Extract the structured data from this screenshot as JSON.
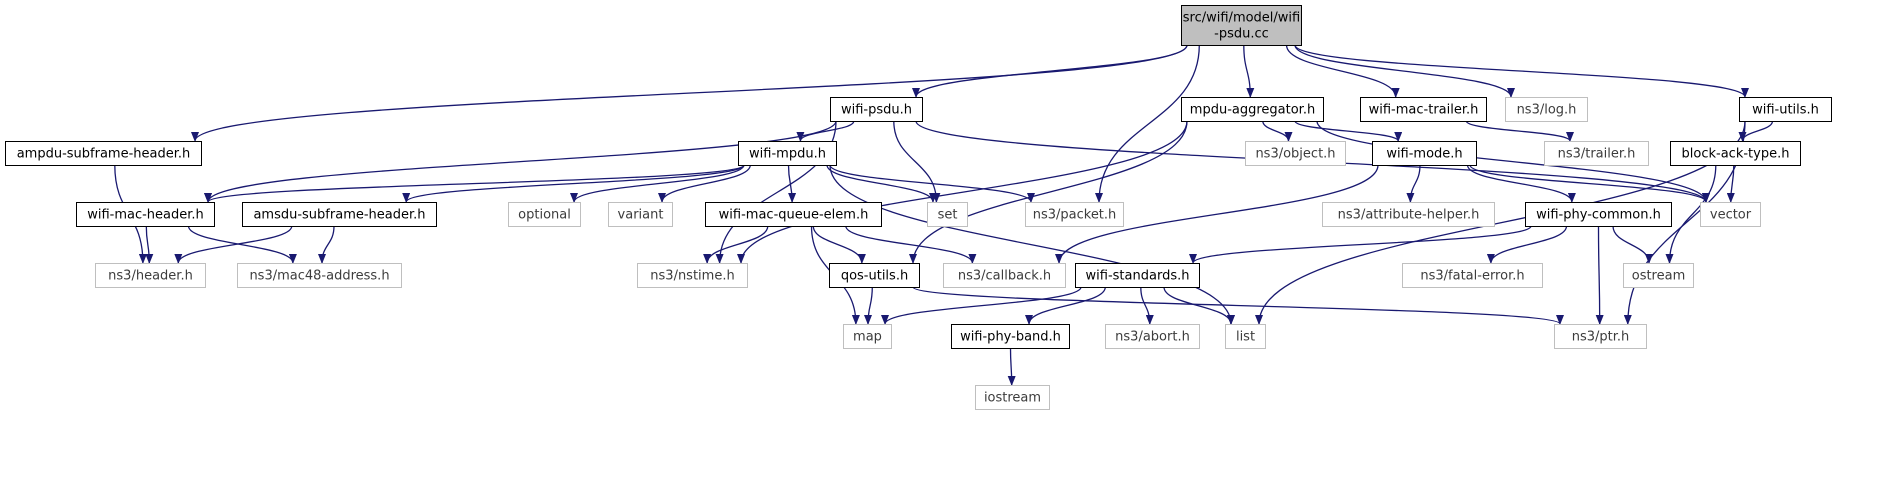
{
  "colors": {
    "edge": "#191970",
    "node_border": "#000000",
    "external_border": "#bfbfbf",
    "root_fill": "#bfbfbf",
    "node_fill": "#ffffff"
  },
  "nodes": [
    {
      "id": "root",
      "lines": [
        "src/wifi/model/wifi",
        "-psdu.cc"
      ],
      "kind": "root"
    },
    {
      "id": "wifi_psdu_h",
      "lines": [
        "wifi-psdu.h"
      ],
      "kind": "internal"
    },
    {
      "id": "mpdu_aggregator_h",
      "lines": [
        "mpdu-aggregator.h"
      ],
      "kind": "internal"
    },
    {
      "id": "wifi_mac_trailer_h",
      "lines": [
        "wifi-mac-trailer.h"
      ],
      "kind": "internal"
    },
    {
      "id": "ns3_log_h",
      "lines": [
        "ns3/log.h"
      ],
      "kind": "external"
    },
    {
      "id": "wifi_utils_h",
      "lines": [
        "wifi-utils.h"
      ],
      "kind": "internal"
    },
    {
      "id": "ampdu_subframe_header_h",
      "lines": [
        "ampdu-subframe-header.h"
      ],
      "kind": "internal"
    },
    {
      "id": "wifi_mpdu_h",
      "lines": [
        "wifi-mpdu.h"
      ],
      "kind": "internal"
    },
    {
      "id": "ns3_object_h",
      "lines": [
        "ns3/object.h"
      ],
      "kind": "external"
    },
    {
      "id": "wifi_mode_h",
      "lines": [
        "wifi-mode.h"
      ],
      "kind": "internal"
    },
    {
      "id": "ns3_trailer_h",
      "lines": [
        "ns3/trailer.h"
      ],
      "kind": "external"
    },
    {
      "id": "block_ack_type_h",
      "lines": [
        "block-ack-type.h"
      ],
      "kind": "internal"
    },
    {
      "id": "wifi_mac_header_h",
      "lines": [
        "wifi-mac-header.h"
      ],
      "kind": "internal"
    },
    {
      "id": "amsdu_subframe_header_h",
      "lines": [
        "amsdu-subframe-header.h"
      ],
      "kind": "internal"
    },
    {
      "id": "optional",
      "lines": [
        "optional"
      ],
      "kind": "external"
    },
    {
      "id": "variant",
      "lines": [
        "variant"
      ],
      "kind": "external"
    },
    {
      "id": "wifi_mac_queue_elem_h",
      "lines": [
        "wifi-mac-queue-elem.h"
      ],
      "kind": "internal"
    },
    {
      "id": "set",
      "lines": [
        "set"
      ],
      "kind": "external"
    },
    {
      "id": "ns3_packet_h",
      "lines": [
        "ns3/packet.h"
      ],
      "kind": "external"
    },
    {
      "id": "ns3_attribute_helper_h",
      "lines": [
        "ns3/attribute-helper.h"
      ],
      "kind": "external"
    },
    {
      "id": "wifi_phy_common_h",
      "lines": [
        "wifi-phy-common.h"
      ],
      "kind": "internal"
    },
    {
      "id": "vector",
      "lines": [
        "vector"
      ],
      "kind": "external"
    },
    {
      "id": "ns3_header_h",
      "lines": [
        "ns3/header.h"
      ],
      "kind": "external"
    },
    {
      "id": "ns3_mac48_address_h",
      "lines": [
        "ns3/mac48-address.h"
      ],
      "kind": "external"
    },
    {
      "id": "ns3_nstime_h",
      "lines": [
        "ns3/nstime.h"
      ],
      "kind": "external"
    },
    {
      "id": "qos_utils_h",
      "lines": [
        "qos-utils.h"
      ],
      "kind": "internal"
    },
    {
      "id": "ns3_callback_h",
      "lines": [
        "ns3/callback.h"
      ],
      "kind": "external"
    },
    {
      "id": "wifi_standards_h",
      "lines": [
        "wifi-standards.h"
      ],
      "kind": "internal"
    },
    {
      "id": "ns3_fatal_error_h",
      "lines": [
        "ns3/fatal-error.h"
      ],
      "kind": "external"
    },
    {
      "id": "ostream",
      "lines": [
        "ostream"
      ],
      "kind": "external"
    },
    {
      "id": "map",
      "lines": [
        "map"
      ],
      "kind": "external"
    },
    {
      "id": "wifi_phy_band_h",
      "lines": [
        "wifi-phy-band.h"
      ],
      "kind": "internal"
    },
    {
      "id": "ns3_abort_h",
      "lines": [
        "ns3/abort.h"
      ],
      "kind": "external"
    },
    {
      "id": "list",
      "lines": [
        "list"
      ],
      "kind": "external"
    },
    {
      "id": "ns3_ptr_h",
      "lines": [
        "ns3/ptr.h"
      ],
      "kind": "external"
    },
    {
      "id": "iostream",
      "lines": [
        "iostream"
      ],
      "kind": "external"
    }
  ],
  "edges": [
    [
      "root",
      "wifi_psdu_h"
    ],
    [
      "root",
      "ampdu_subframe_header_h"
    ],
    [
      "root",
      "ns3_packet_h"
    ],
    [
      "root",
      "mpdu_aggregator_h"
    ],
    [
      "root",
      "wifi_mac_trailer_h"
    ],
    [
      "root",
      "ns3_log_h"
    ],
    [
      "root",
      "wifi_utils_h"
    ],
    [
      "wifi_psdu_h",
      "wifi_mpdu_h"
    ],
    [
      "wifi_psdu_h",
      "wifi_mac_header_h"
    ],
    [
      "wifi_psdu_h",
      "ns3_nstime_h"
    ],
    [
      "wifi_psdu_h",
      "set"
    ],
    [
      "wifi_psdu_h",
      "vector"
    ],
    [
      "mpdu_aggregator_h",
      "ns3_object_h"
    ],
    [
      "mpdu_aggregator_h",
      "wifi_mode_h"
    ],
    [
      "mpdu_aggregator_h",
      "ns3_nstime_h"
    ],
    [
      "mpdu_aggregator_h",
      "qos_utils_h"
    ],
    [
      "mpdu_aggregator_h",
      "vector"
    ],
    [
      "wifi_mac_trailer_h",
      "ns3_trailer_h"
    ],
    [
      "wifi_utils_h",
      "block_ack_type_h"
    ],
    [
      "wifi_utils_h",
      "list"
    ],
    [
      "wifi_utils_h",
      "ns3_ptr_h"
    ],
    [
      "ampdu_subframe_header_h",
      "ns3_header_h"
    ],
    [
      "wifi_mpdu_h",
      "wifi_mac_header_h"
    ],
    [
      "wifi_mpdu_h",
      "amsdu_subframe_header_h"
    ],
    [
      "wifi_mpdu_h",
      "optional"
    ],
    [
      "wifi_mpdu_h",
      "variant"
    ],
    [
      "wifi_mpdu_h",
      "wifi_mac_queue_elem_h"
    ],
    [
      "wifi_mpdu_h",
      "set"
    ],
    [
      "wifi_mpdu_h",
      "ns3_packet_h"
    ],
    [
      "wifi_mpdu_h",
      "list"
    ],
    [
      "wifi_mode_h",
      "ns3_attribute_helper_h"
    ],
    [
      "wifi_mode_h",
      "wifi_phy_common_h"
    ],
    [
      "wifi_mode_h",
      "vector"
    ],
    [
      "wifi_mode_h",
      "ns3_callback_h"
    ],
    [
      "block_ack_type_h",
      "vector"
    ],
    [
      "block_ack_type_h",
      "ostream"
    ],
    [
      "wifi_mac_header_h",
      "ns3_header_h"
    ],
    [
      "wifi_mac_header_h",
      "ns3_mac48_address_h"
    ],
    [
      "amsdu_subframe_header_h",
      "ns3_header_h"
    ],
    [
      "amsdu_subframe_header_h",
      "ns3_mac48_address_h"
    ],
    [
      "wifi_mac_queue_elem_h",
      "ns3_nstime_h"
    ],
    [
      "wifi_mac_queue_elem_h",
      "qos_utils_h"
    ],
    [
      "wifi_mac_queue_elem_h",
      "ns3_callback_h"
    ],
    [
      "wifi_mac_queue_elem_h",
      "map"
    ],
    [
      "wifi_phy_common_h",
      "wifi_standards_h"
    ],
    [
      "wifi_phy_common_h",
      "ns3_fatal_error_h"
    ],
    [
      "wifi_phy_common_h",
      "ostream"
    ],
    [
      "wifi_phy_common_h",
      "ns3_ptr_h"
    ],
    [
      "qos_utils_h",
      "map"
    ],
    [
      "qos_utils_h",
      "ns3_ptr_h"
    ],
    [
      "wifi_standards_h",
      "map"
    ],
    [
      "wifi_standards_h",
      "wifi_phy_band_h"
    ],
    [
      "wifi_standards_h",
      "ns3_abort_h"
    ],
    [
      "wifi_standards_h",
      "list"
    ],
    [
      "wifi_phy_band_h",
      "iostream"
    ]
  ]
}
